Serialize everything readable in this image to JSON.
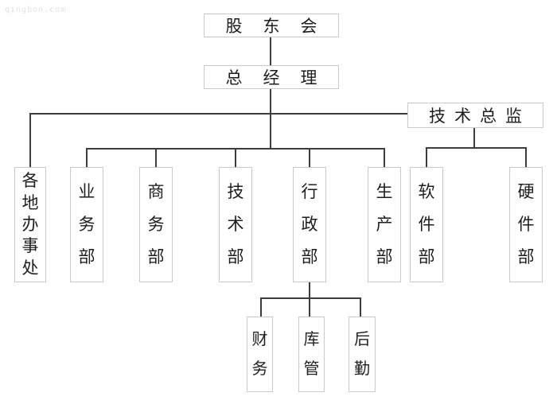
{
  "watermark": "qingbon.com",
  "colors": {
    "background": "#ffffff",
    "box_border": "#c9c9c9",
    "connector_line": "#3d3d3d",
    "text": "#1e1e1e",
    "watermark": "#e2e2e2"
  },
  "org_chart": {
    "nodes": {
      "shareholders": {
        "label": "股东会",
        "orientation": "horizontal"
      },
      "general_manager": {
        "label": "总经理",
        "orientation": "horizontal"
      },
      "tech_director": {
        "label": "技术总监",
        "orientation": "horizontal"
      },
      "offices": {
        "label": "各地办事处",
        "orientation": "vertical"
      },
      "business": {
        "label": "业务部",
        "orientation": "vertical"
      },
      "commerce": {
        "label": "商务部",
        "orientation": "vertical"
      },
      "tech": {
        "label": "技术部",
        "orientation": "vertical"
      },
      "admin": {
        "label": "行政部",
        "orientation": "vertical"
      },
      "production": {
        "label": "生产部",
        "orientation": "vertical"
      },
      "software": {
        "label": "软件部",
        "orientation": "vertical"
      },
      "hardware": {
        "label": "硬件部",
        "orientation": "vertical"
      },
      "finance": {
        "label": "财务",
        "orientation": "vertical"
      },
      "warehouse": {
        "label": "库管",
        "orientation": "vertical"
      },
      "logistics": {
        "label": "后勤",
        "orientation": "vertical"
      }
    },
    "hierarchy": {
      "shareholders": [
        "general_manager"
      ],
      "general_manager": [
        "offices",
        "business",
        "commerce",
        "tech",
        "admin",
        "production",
        "tech_director"
      ],
      "tech_director": [
        "software",
        "hardware"
      ],
      "admin": [
        "finance",
        "warehouse",
        "logistics"
      ]
    }
  }
}
